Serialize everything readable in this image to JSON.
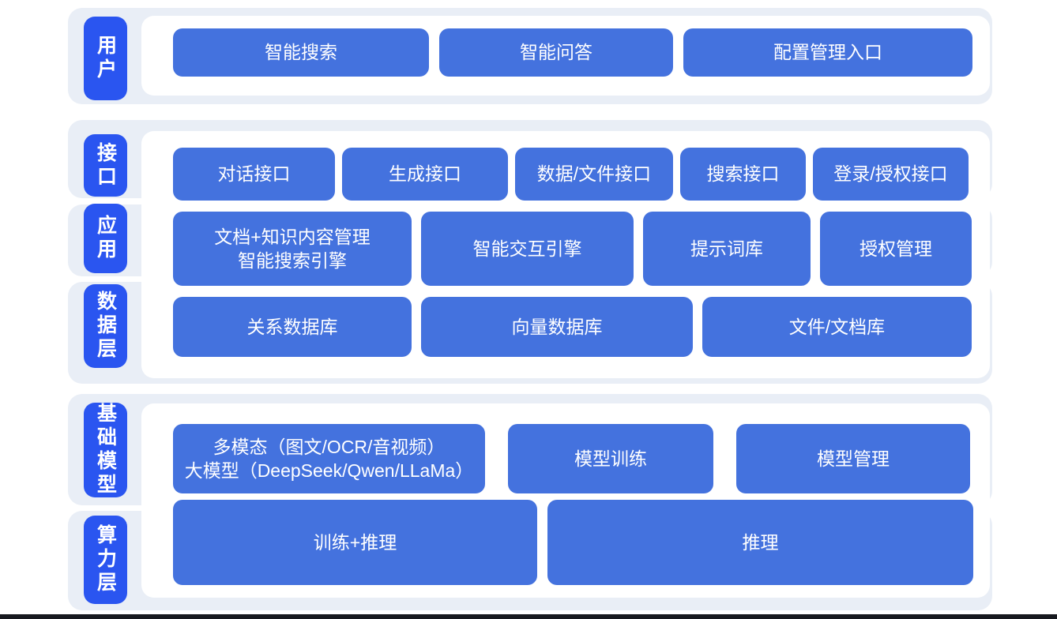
{
  "colors": {
    "layer_label_blue": "#2a55f0",
    "block_blue": "#4472de",
    "band_background": "#e9eef6",
    "panel_background": "#ffffff",
    "text_white": "#ffffff",
    "bottom_edge_dark": "#17191f"
  },
  "sections": [
    {
      "layer_labels": [
        "用户"
      ],
      "rows": [
        [
          {
            "label": "智能搜索"
          },
          {
            "label": "智能问答"
          },
          {
            "label": "配置管理入口"
          }
        ]
      ]
    },
    {
      "layer_labels": [
        "接口",
        "应用",
        "数据层"
      ],
      "rows": [
        [
          {
            "label": "对话接口"
          },
          {
            "label": "生成接口"
          },
          {
            "label": "数据/文件接口"
          },
          {
            "label": "搜索接口"
          },
          {
            "label": "登录/授权接口"
          }
        ],
        [
          {
            "label": "文档+知识内容管理\n智能搜索引擎"
          },
          {
            "label": "智能交互引擎"
          },
          {
            "label": "提示词库"
          },
          {
            "label": "授权管理"
          }
        ],
        [
          {
            "label": "关系数据库"
          },
          {
            "label": "向量数据库"
          },
          {
            "label": "文件/文档库"
          }
        ]
      ]
    },
    {
      "layer_labels": [
        "基础模型",
        "算力层"
      ],
      "rows": [
        [
          {
            "label": "多模态（图文/OCR/音视频）\n大模型（DeepSeek/Qwen/LLaMa）"
          },
          {
            "label": "模型训练"
          },
          {
            "label": "模型管理"
          }
        ],
        [
          {
            "label": "训练+推理"
          },
          {
            "label": "推理"
          }
        ]
      ]
    }
  ]
}
